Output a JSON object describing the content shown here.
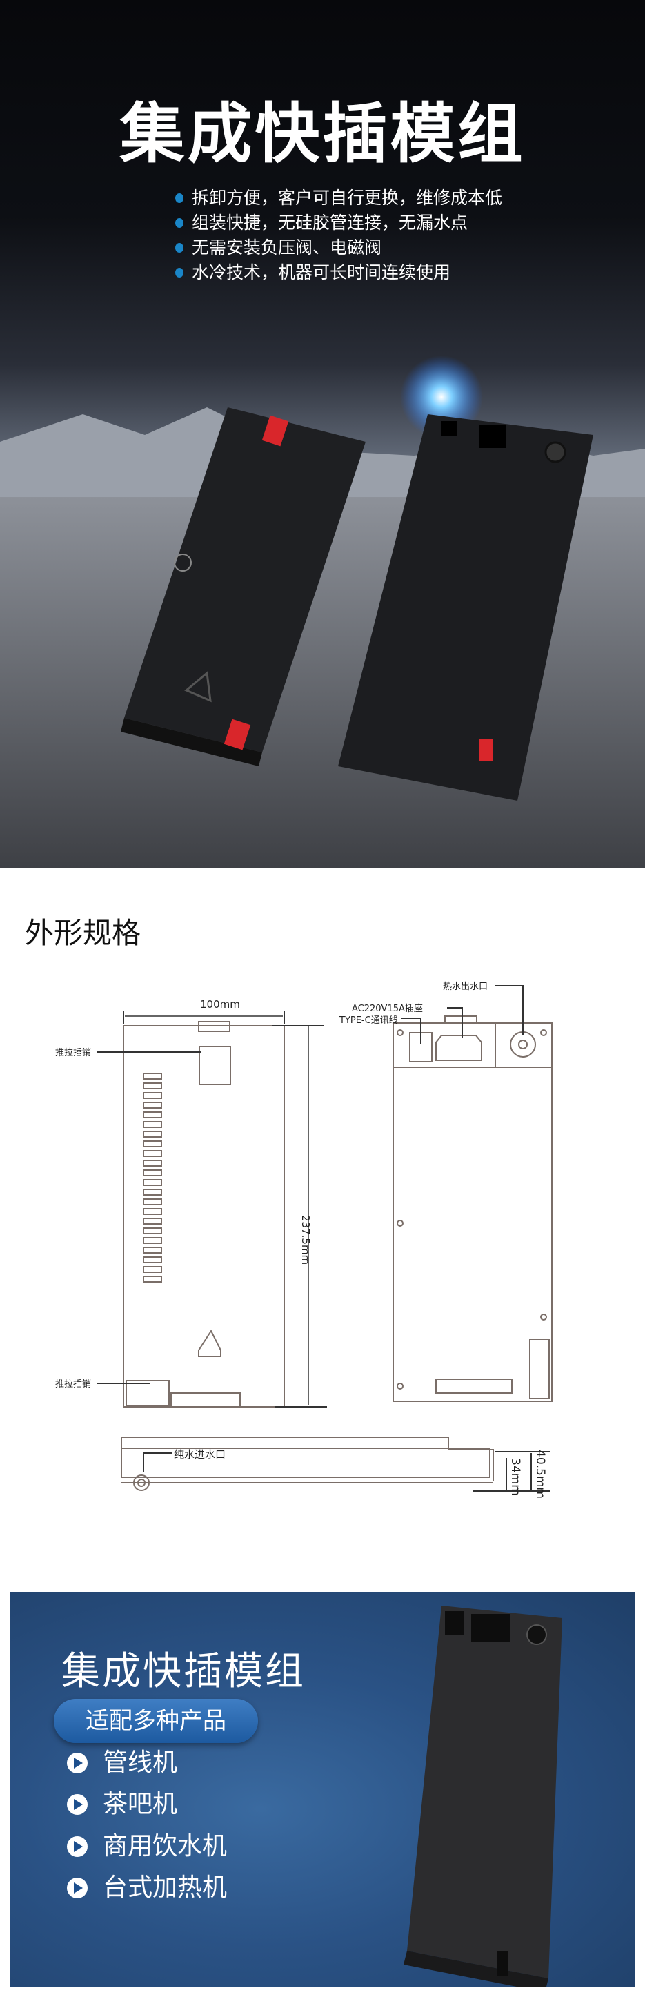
{
  "hero": {
    "title": "集成快插模组",
    "bullets": [
      "拆卸方便，客户可自行更换，维修成本低",
      "组装快捷，无硅胶管连接，无漏水点",
      "无需安装负压阀、电磁阀",
      "水冷技术，机器可长时间连续使用"
    ],
    "bullet_color": "#1a86c8"
  },
  "spec": {
    "title": "外形规格",
    "front": {
      "width_label": "100mm",
      "height_label": "237.5mm",
      "latch_top": "推拉插销",
      "latch_bottom": "推拉插销"
    },
    "back": {
      "hot_water_outlet": "热水出水口",
      "socket": "AC220V15A插座",
      "typec": "TYPE-C通讯线"
    },
    "side": {
      "inlet": "纯水进水口",
      "height_total": "40.5mm",
      "height_body": "34mm"
    }
  },
  "promo": {
    "title": "集成快插模组",
    "pill": "适配多种产品",
    "items": [
      "管线机",
      "茶吧机",
      "商用饮水机",
      "台式加热机"
    ],
    "bg_color": "#2a5285"
  }
}
